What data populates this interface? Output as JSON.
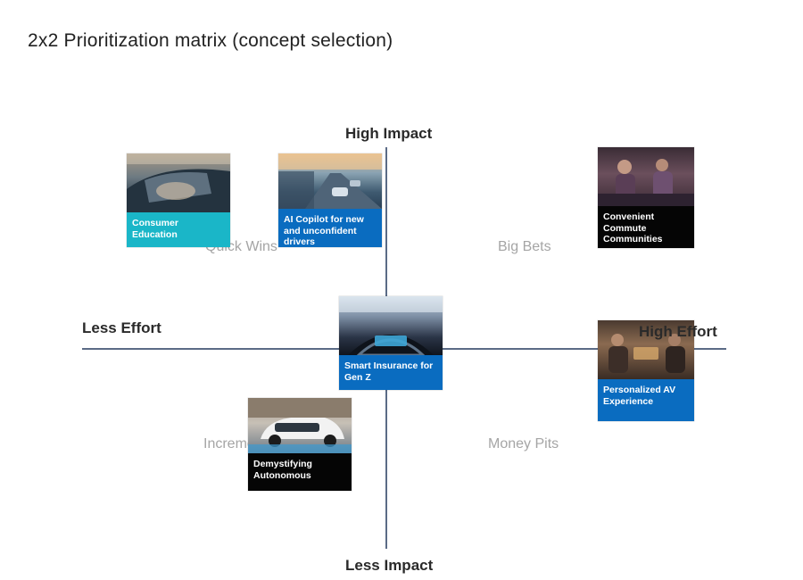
{
  "title": "2x2 Prioritization matrix (concept selection)",
  "axes": {
    "top": "High Impact",
    "bottom": "Less Impact",
    "left": "Less Effort",
    "right": "High Effort"
  },
  "quadrants": {
    "top_left": "Quick Wins",
    "top_right": "Big Bets",
    "bottom_left": "Incremental",
    "bottom_right": "Money Pits"
  },
  "concepts": [
    {
      "id": "consumer-education",
      "label": "Consumer Education",
      "caption_color": "#1ab6c8"
    },
    {
      "id": "ai-copilot",
      "label": "AI Copilot for new and unconfident drivers",
      "caption_color": "#0a6cc0"
    },
    {
      "id": "convenient-commute",
      "label": "Convenient Commute Communities",
      "caption_color": "#050505"
    },
    {
      "id": "smart-insurance",
      "label": "Smart Insurance for Gen Z",
      "caption_color": "#0a6cc0"
    },
    {
      "id": "personalized-av",
      "label": "Personalized AV Experience",
      "caption_color": "#0a6cc0"
    },
    {
      "id": "demystifying-autonomous",
      "label": "Demystifying Autonomous",
      "caption_color": "#050505"
    }
  ],
  "colors": {
    "axis_line": "#5b6b86",
    "quadrant_label": "#a5a5a5",
    "axis_label": "#2a2a2a"
  }
}
